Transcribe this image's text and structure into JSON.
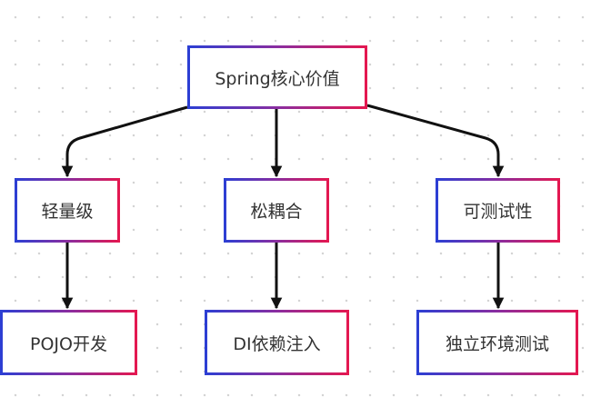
{
  "diagram": {
    "root": {
      "label": "Spring核心价值"
    },
    "values": [
      {
        "label": "轻量级",
        "detail": "POJO开发"
      },
      {
        "label": "松耦合",
        "detail": "DI依赖注入"
      },
      {
        "label": "可测试性",
        "detail": "独立环境测试"
      }
    ]
  },
  "colors": {
    "border_start": "#2b3fd4",
    "border_end": "#e5174f",
    "edge": "#111111",
    "text": "#333333",
    "grid_dot": "#d4d4d4"
  }
}
